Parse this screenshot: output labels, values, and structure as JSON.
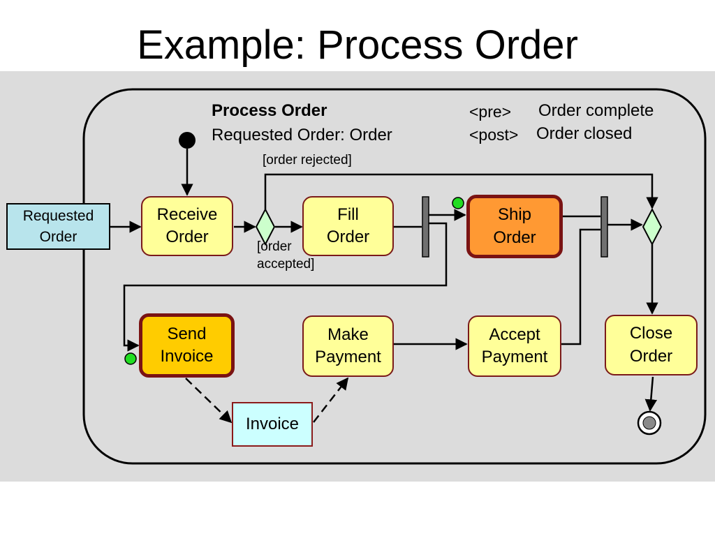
{
  "title": "Example: Process Order",
  "activity": {
    "name": "Process Order",
    "parameter": "Requested Order: Order",
    "pre_tag": "<pre>",
    "pre_text": "Order complete",
    "post_tag": "<post>",
    "post_text": "Order closed"
  },
  "objects": {
    "requested_order": {
      "line1": "Requested",
      "line2": "Order"
    },
    "invoice": "Invoice"
  },
  "actions": {
    "receive_order": {
      "line1": "Receive",
      "line2": "Order"
    },
    "fill_order": {
      "line1": "Fill",
      "line2": "Order"
    },
    "ship_order": {
      "line1": "Ship",
      "line2": "Order"
    },
    "send_invoice": {
      "line1": "Send",
      "line2": "Invoice"
    },
    "make_payment": {
      "line1": "Make",
      "line2": "Payment"
    },
    "accept_payment": {
      "line1": "Accept",
      "line2": "Payment"
    },
    "close_order": {
      "line1": "Close",
      "line2": "Order"
    }
  },
  "guards": {
    "rejected": "[order rejected]",
    "accepted_line1": "[order",
    "accepted_line2": "accepted]"
  },
  "colors": {
    "panel_bg": "#dcdcdc",
    "action_fill": "#ffff99",
    "action_border": "#7a1a1a",
    "ship_fill": "#ff9933",
    "send_fill": "#ffcc00",
    "object_fill": "#b8e4ec",
    "invoice_fill": "#ccffff",
    "decision_fill": "#ccffcc",
    "fork_bar": "#707070",
    "green_dot": "#22dd22"
  }
}
